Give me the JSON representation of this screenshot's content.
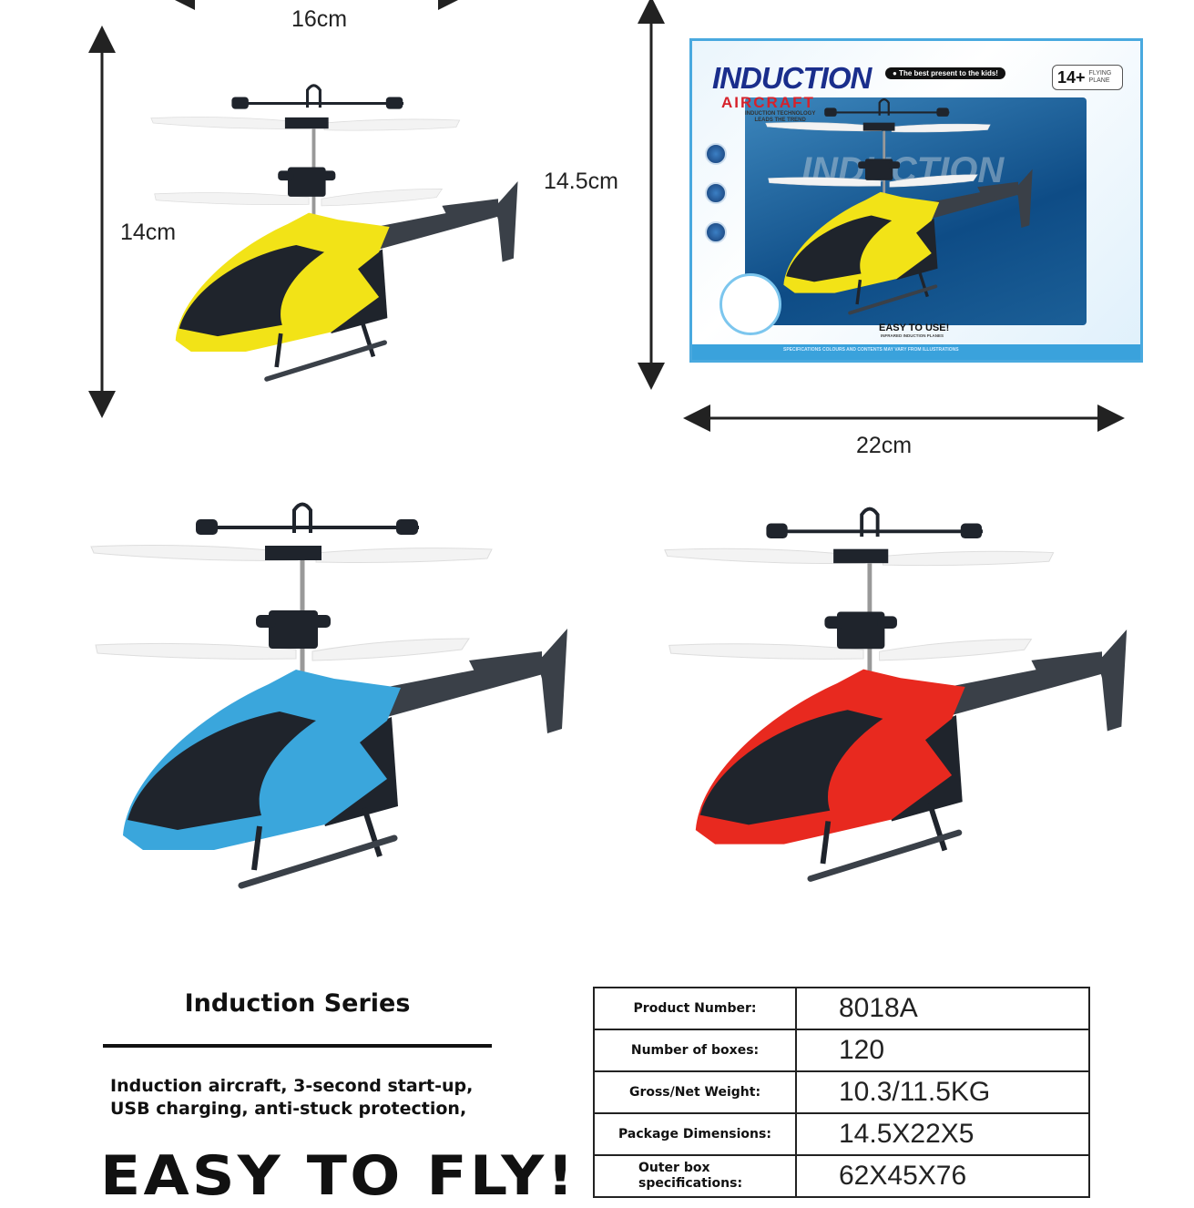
{
  "dimensions": {
    "helicopter_width": "16cm",
    "helicopter_height": "14cm",
    "box_height": "14.5cm",
    "box_width": "22cm"
  },
  "box": {
    "brand_line1": "INDUCTION",
    "brand_line2": "AIRCRAFT",
    "tagline_1": "INDUCTION TECHNOLOGY",
    "tagline_2": "LEADS THE TREND",
    "slogan": "● The best present to the kids!",
    "age": "14+",
    "age_label_1": "FLYING",
    "age_label_2": "PLANE",
    "window_text": "INDUCTION",
    "easy": "EASY TO USE!",
    "easy_sub": "INFRARED INDUCTION PLANES",
    "disclaimer": "SPECIFICATIONS COLOURS AND CONTENTS MAY VARY FROM ILLUSTRATIONS"
  },
  "colors": {
    "yellow": "#f2e317",
    "blue": "#3aa6dc",
    "red": "#e8291f",
    "dark": "#1f242c"
  },
  "series_title": "Induction Series",
  "description_1": "Induction aircraft, 3-second start-up,",
  "description_2": "USB charging, anti-stuck protection,",
  "headline": "EASY TO FLY!",
  "specs": [
    {
      "label": "Product Number:",
      "value": "8018A"
    },
    {
      "label": "Number of boxes:",
      "value": "120"
    },
    {
      "label": "Gross/Net Weight:",
      "value": "10.3/11.5KG"
    },
    {
      "label": "Package Dimensions:",
      "value": "14.5X22X5"
    },
    {
      "label_1": "Outer box",
      "label_2": "specifications:",
      "value": "62X45X76"
    }
  ]
}
